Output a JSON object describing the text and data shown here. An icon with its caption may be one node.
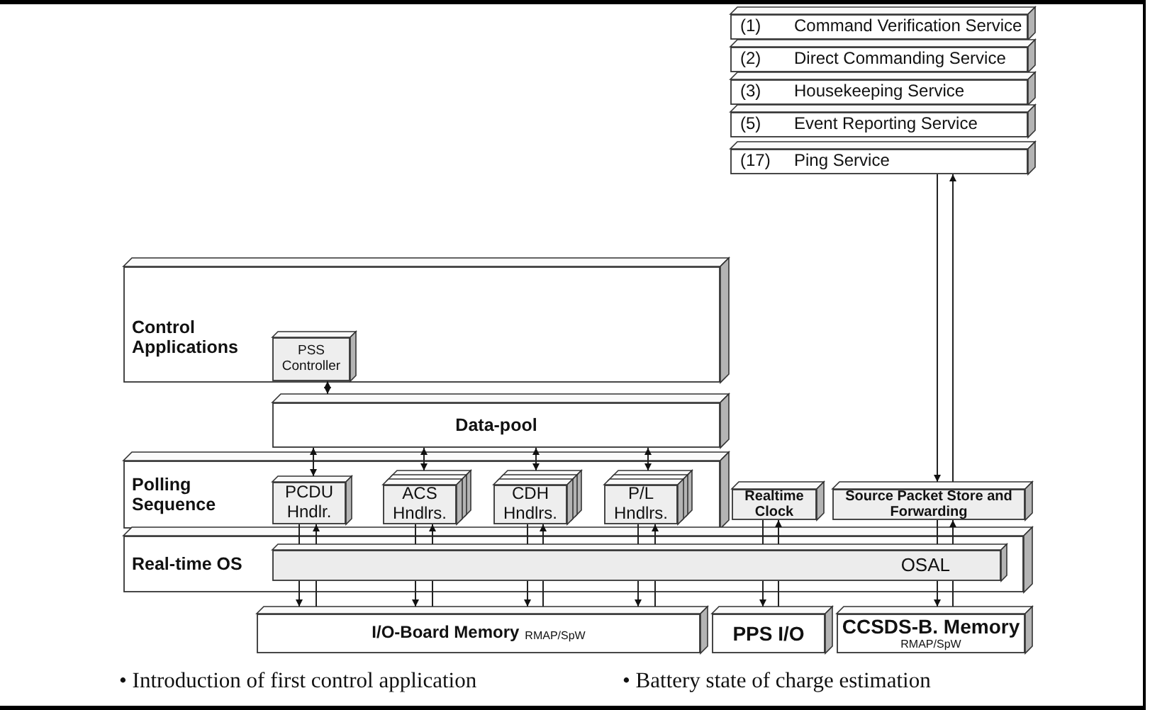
{
  "diagram": {
    "nodes": [
      {
        "text": [
          "(1)",
          "Command Verification Service"
        ]
      },
      {
        "text": [
          "(2)",
          "Direct Commanding Service"
        ]
      },
      {
        "text": [
          "(3)",
          "Housekeeping Service"
        ]
      },
      {
        "text": [
          "(5)",
          "Event Reporting Service"
        ]
      },
      {
        "text": [
          "(17)",
          "Ping Service"
        ]
      },
      {
        "text": [
          "Control Applications"
        ]
      },
      {
        "text": [
          "PSS Controller"
        ],
        "in": 5
      },
      {
        "text": [
          "Data-pool"
        ]
      },
      {
        "text": [
          "Polling Sequence"
        ]
      },
      {
        "text": [
          "PCDU Hndlr."
        ],
        "in": 8
      },
      {
        "text": [
          "ACS Hndlrs."
        ],
        "in": 8
      },
      {
        "text": [
          "CDH Hndlrs."
        ],
        "in": 8
      },
      {
        "text": [
          "P/L Hndlrs."
        ],
        "in": 8
      },
      {
        "text": [
          "Realtime Clock"
        ]
      },
      {
        "text": [
          "Source Packet Store and Forwarding"
        ]
      },
      {
        "text": [
          "Real-time OS"
        ]
      },
      {
        "text": [
          "OSAL"
        ],
        "in": 15
      },
      {
        "text": [
          "I/O-Board Memory",
          "RMAP/SpW"
        ]
      },
      {
        "text": [
          "PPS I/O"
        ]
      },
      {
        "text": [
          "CCSDS-B. Memory",
          "RMAP/SpW"
        ]
      }
    ],
    "edges": [
      {
        "from": 4,
        "to": 14,
        "arrow": "to"
      },
      {
        "from": 14,
        "to": 4,
        "arrow": "to"
      },
      {
        "from": 6,
        "to": 7,
        "arrow": "both"
      },
      {
        "from": 7,
        "to": 9,
        "arrow": "both"
      },
      {
        "from": 7,
        "to": 10,
        "arrow": "both"
      },
      {
        "from": 7,
        "to": 11,
        "arrow": "both"
      },
      {
        "from": 7,
        "to": 12,
        "arrow": "both"
      },
      {
        "from": 9,
        "to": 16,
        "arrow": "none"
      },
      {
        "from": 16,
        "to": 9,
        "arrow": "to"
      },
      {
        "from": 16,
        "to": 17,
        "arrow": "to"
      },
      {
        "from": 17,
        "to": 16,
        "arrow": "none"
      },
      {
        "from": 10,
        "to": 16,
        "arrow": "none"
      },
      {
        "from": 16,
        "to": 10,
        "arrow": "to"
      },
      {
        "from": 16,
        "to": 17,
        "arrow": "to"
      },
      {
        "from": 17,
        "to": 16,
        "arrow": "none"
      },
      {
        "from": 11,
        "to": 16,
        "arrow": "none"
      },
      {
        "from": 16,
        "to": 11,
        "arrow": "to"
      },
      {
        "from": 16,
        "to": 17,
        "arrow": "to"
      },
      {
        "from": 17,
        "to": 16,
        "arrow": "none"
      },
      {
        "from": 12,
        "to": 16,
        "arrow": "none"
      },
      {
        "from": 16,
        "to": 12,
        "arrow": "to"
      },
      {
        "from": 16,
        "to": 17,
        "arrow": "to"
      },
      {
        "from": 17,
        "to": 16,
        "arrow": "none"
      },
      {
        "from": 13,
        "to": 16,
        "arrow": "none"
      },
      {
        "from": 16,
        "to": 13,
        "arrow": "to"
      },
      {
        "from": 16,
        "to": 18,
        "arrow": "to"
      },
      {
        "from": 18,
        "to": 16,
        "arrow": "none"
      },
      {
        "from": 14,
        "to": 16,
        "arrow": "none"
      },
      {
        "from": 16,
        "to": 14,
        "arrow": "to"
      },
      {
        "from": 16,
        "to": 19,
        "arrow": "to"
      },
      {
        "from": 19,
        "to": 16,
        "arrow": "none"
      }
    ],
    "labels": [
      "• Introduction of first control application",
      "• Battery state of charge estimation"
    ]
  }
}
